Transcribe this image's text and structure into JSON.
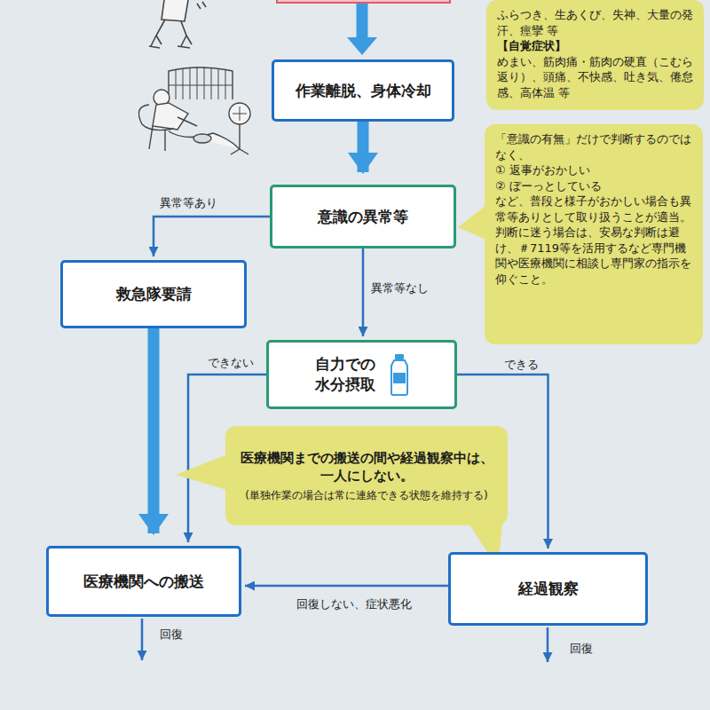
{
  "diagram": {
    "nodes": [
      {
        "text": [
          "ふらつき、生あくび、失神、大量の発汗、痙攣 等",
          "【自覚症状】",
          "めまい、筋肉痛・筋肉の硬直（こむら返り）、頭痛、不快感、吐き気、倦怠感、高体温 等"
        ]
      },
      {
        "text": [
          "作業離脱、身体冷却"
        ]
      },
      {
        "text": [
          "意識の異常等"
        ]
      },
      {
        "text": [
          "「意識の有無」だけで判断するのではなく、",
          "① 返事がおかしい",
          "② ぼーっとしている",
          "など、普段と様子がおかしい場合も異常等ありとして取り扱うことが適当。",
          "判断に迷う場合は、安易な判断は避け、＃7119等を活用するなど専門機関や医療機関に相談し専門家の指示を仰ぐこと。"
        ]
      },
      {
        "text": [
          "救急隊要請"
        ]
      },
      {
        "text": [
          "自力での水分摂取"
        ]
      },
      {
        "text": [
          "医療機関までの搬送の間や経過観察中は、一人にしない。",
          "(単独作業の場合は常に連絡できる状態を維持する)"
        ]
      },
      {
        "text": [
          "医療機関への搬送"
        ]
      },
      {
        "text": [
          "経過観察"
        ]
      }
    ],
    "edges": [
      {
        "from": 1,
        "to": 2,
        "arrow": "to"
      },
      {
        "from": 2,
        "to": 4,
        "label": "異常等あり",
        "arrow": "to"
      },
      {
        "from": 2,
        "to": 5,
        "label": "異常等なし",
        "arrow": "to"
      },
      {
        "from": 4,
        "to": 7,
        "arrow": "to"
      },
      {
        "from": 5,
        "to": 7,
        "label": "できない",
        "arrow": "to"
      },
      {
        "from": 5,
        "to": 8,
        "label": "できる",
        "arrow": "to"
      },
      {
        "from": 8,
        "to": 7,
        "label": "回復しない、症状悪化",
        "arrow": "to"
      }
    ],
    "labels": [
      "回復",
      "回復"
    ]
  }
}
